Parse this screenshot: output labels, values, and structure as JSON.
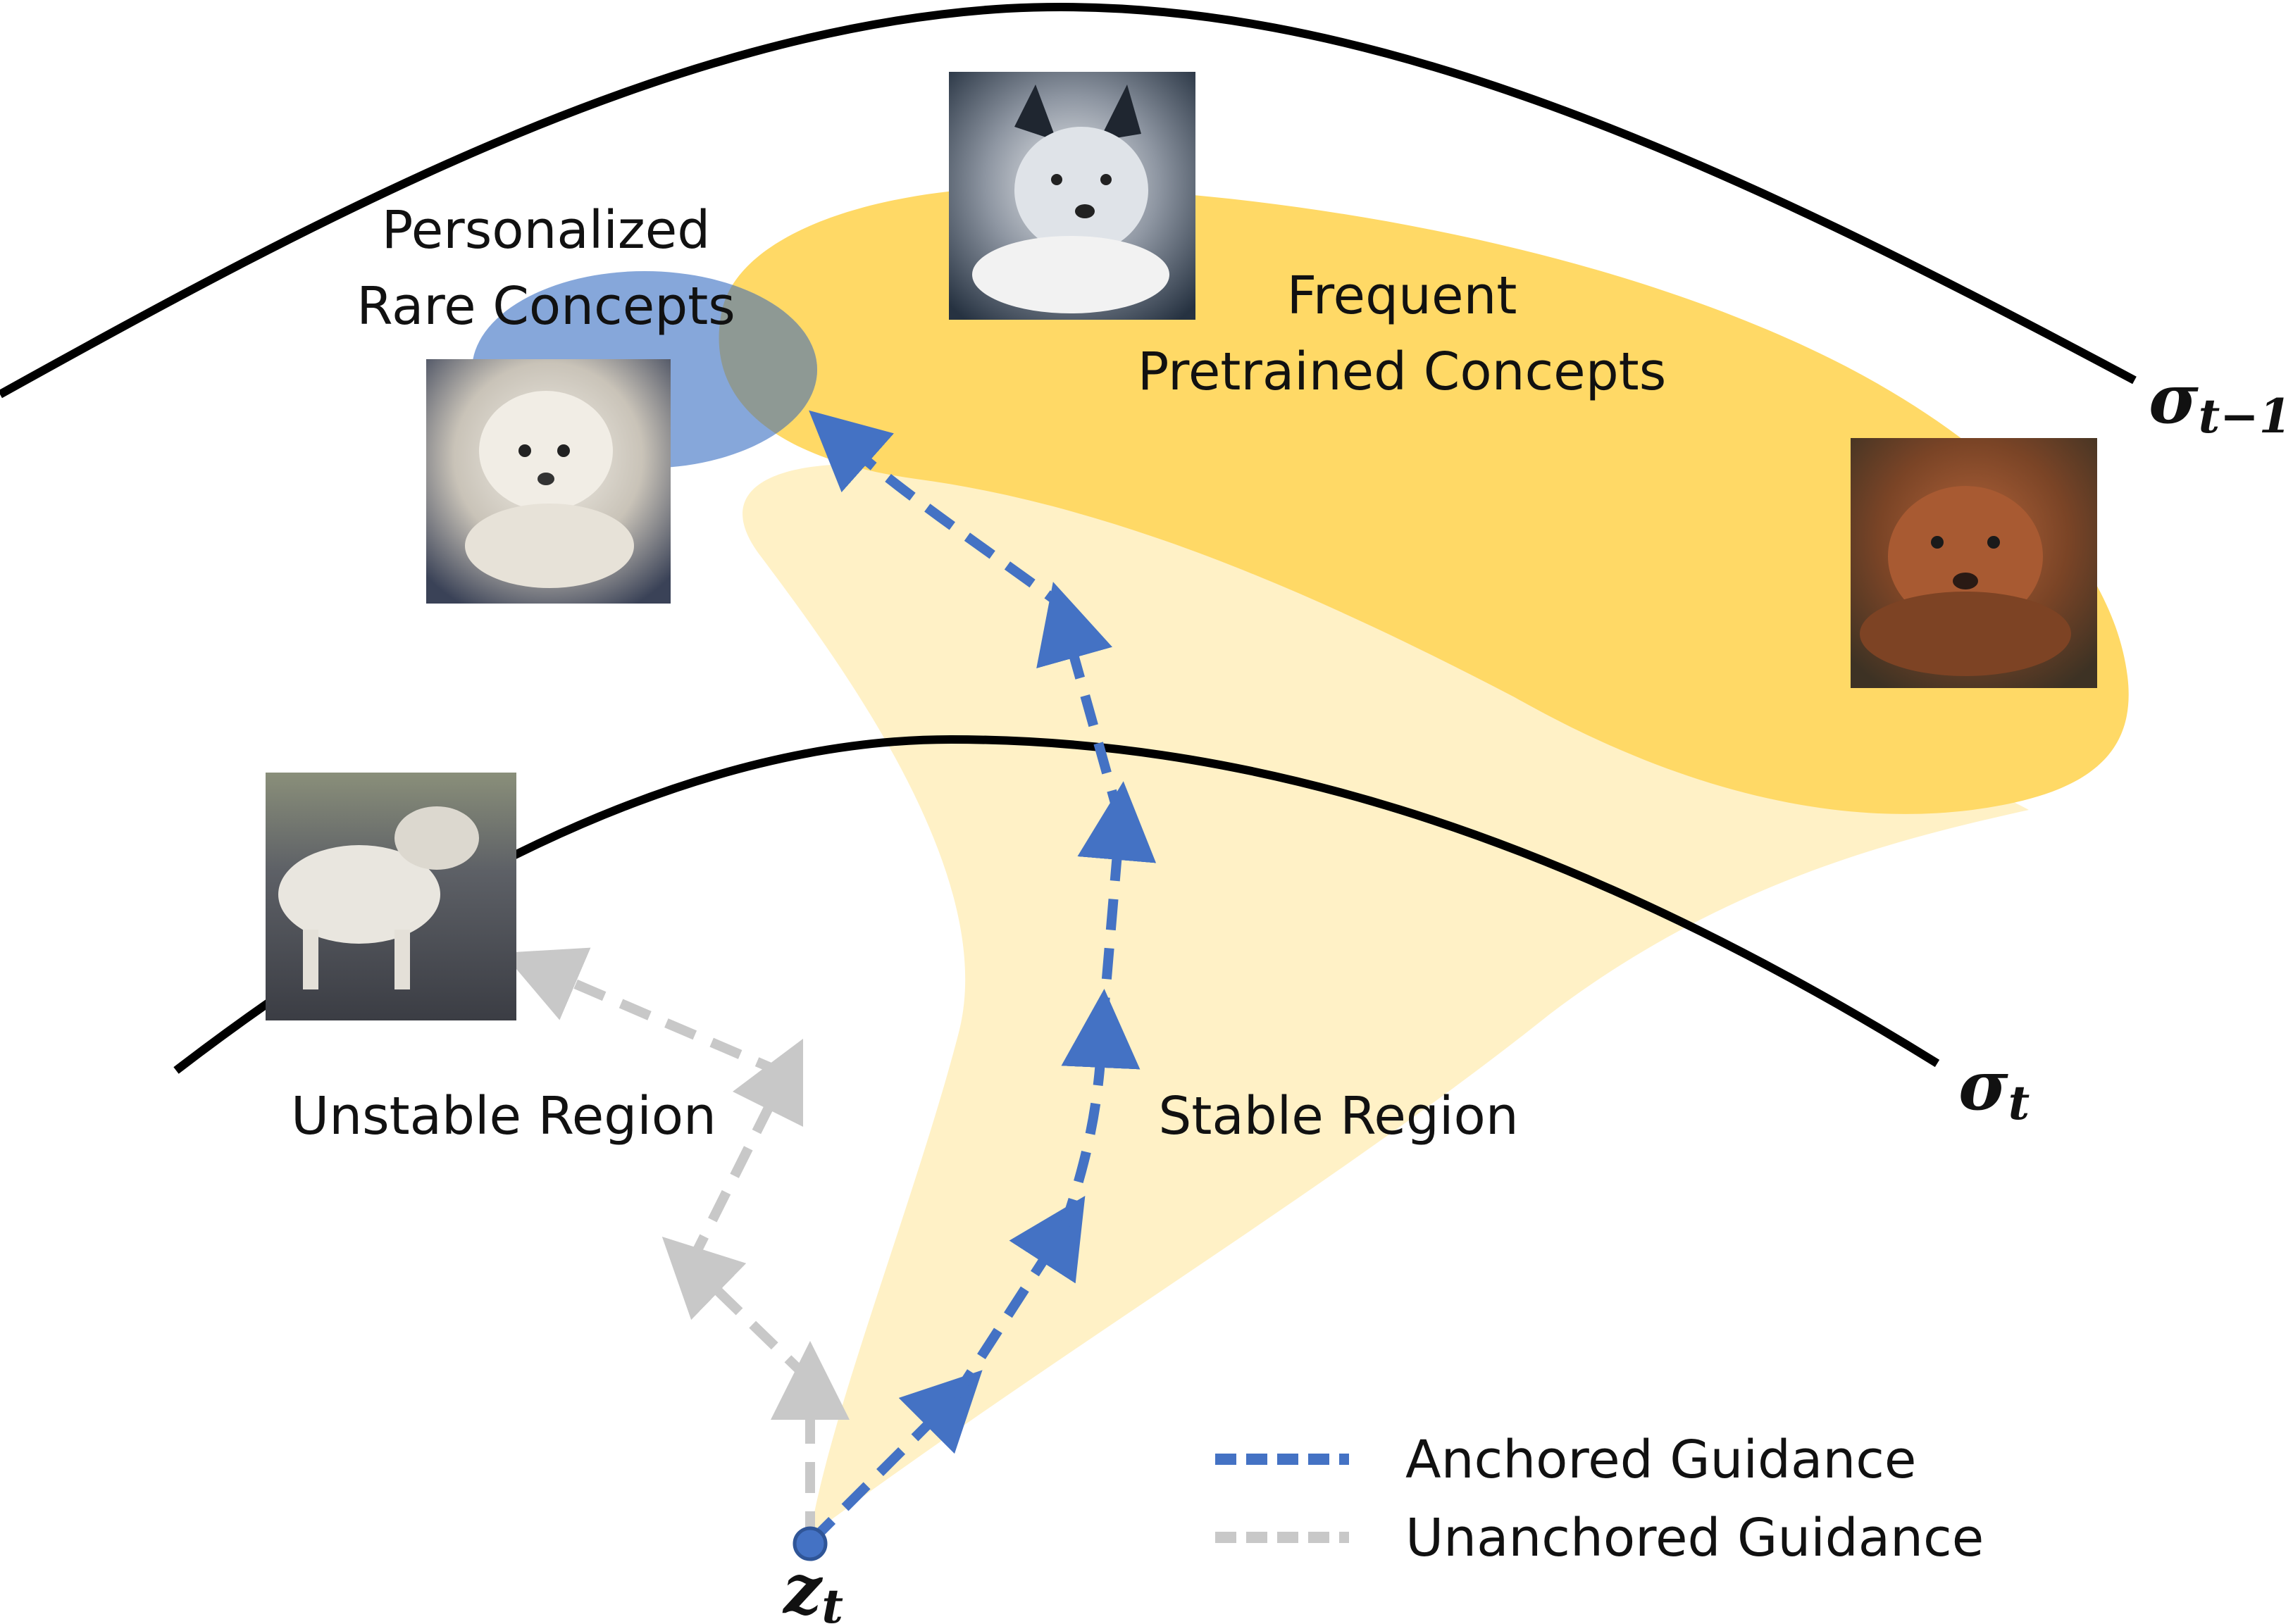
{
  "labels": {
    "personalized_line1": "Personalized",
    "personalized_line2": "Rare Concepts",
    "frequent_line1": "Frequent",
    "frequent_line2": "Pretrained Concepts",
    "unstable_region": "Unstable Region",
    "stable_region": "Stable Region"
  },
  "symbols": {
    "sigma_prev_base": "σ",
    "sigma_prev_sub": "t−1",
    "sigma_curr_base": "σ",
    "sigma_curr_sub": "t",
    "z_base": "z",
    "z_sub": "t"
  },
  "legend": {
    "anchored": "Anchored Guidance",
    "unanchored": "Unanchored Guidance"
  },
  "colors": {
    "anchored": "#4472C4",
    "unanchored": "#C8C8C8",
    "frequent_region": "#FFD966",
    "stable_region": "#FFF1C6",
    "rare_region": "#7FA2D8",
    "overlap": "#8E9994",
    "curve": "#000000"
  },
  "icons": {
    "photo_rare": "white-poodle-photo",
    "photo_top": "border-collie-photo",
    "photo_right": "brown-retriever-photo",
    "photo_unstable": "distorted-dog-photo"
  }
}
